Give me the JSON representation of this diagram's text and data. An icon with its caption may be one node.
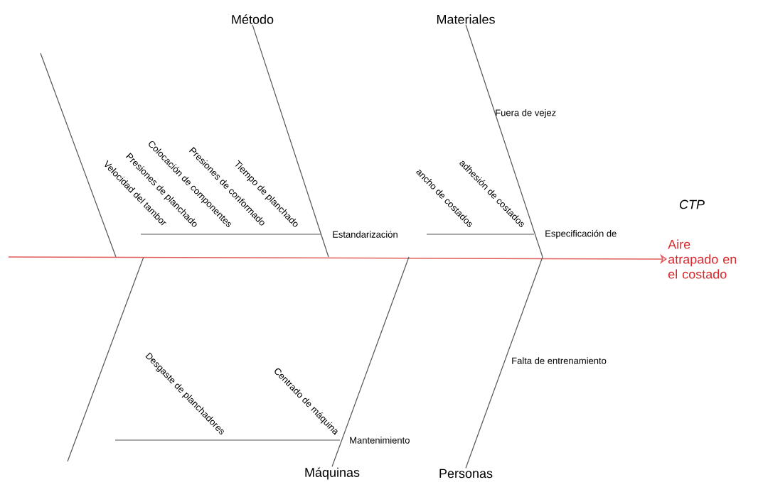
{
  "diagram": {
    "nodes": [
      {
        "text": [
          "Método"
        ]
      },
      {
        "text": [
          "Materiales"
        ]
      },
      {
        "text": [
          "Máquinas"
        ]
      },
      {
        "text": [
          "Personas"
        ]
      },
      {
        "text": [
          "Aire atrapado en el costado"
        ],
        "beside": [
          "CTP"
        ]
      }
    ],
    "edges": [
      {
        "from": null,
        "to": 4,
        "arrow": "to",
        "color": "#e05c5c"
      },
      {
        "from": 0,
        "to": null,
        "arrow": "none"
      },
      {
        "from": 1,
        "to": null,
        "arrow": "none"
      },
      {
        "from": 2,
        "to": null,
        "arrow": "none"
      },
      {
        "from": 3,
        "to": null,
        "arrow": "none"
      }
    ],
    "labels": [
      "Fuera de vejez",
      "Tiempo de planchado",
      "Presiones de conformado",
      "Colocación de componentes",
      "Presiones de planchado",
      "Velocidad del tambor",
      "adhesión de costados",
      "ancho de costados",
      "Estandarización",
      "Especificación de",
      "Desgaste de planchadores",
      "Centrado de máquina",
      "Falta de entrenamiento",
      "Mantenimiento"
    ]
  }
}
